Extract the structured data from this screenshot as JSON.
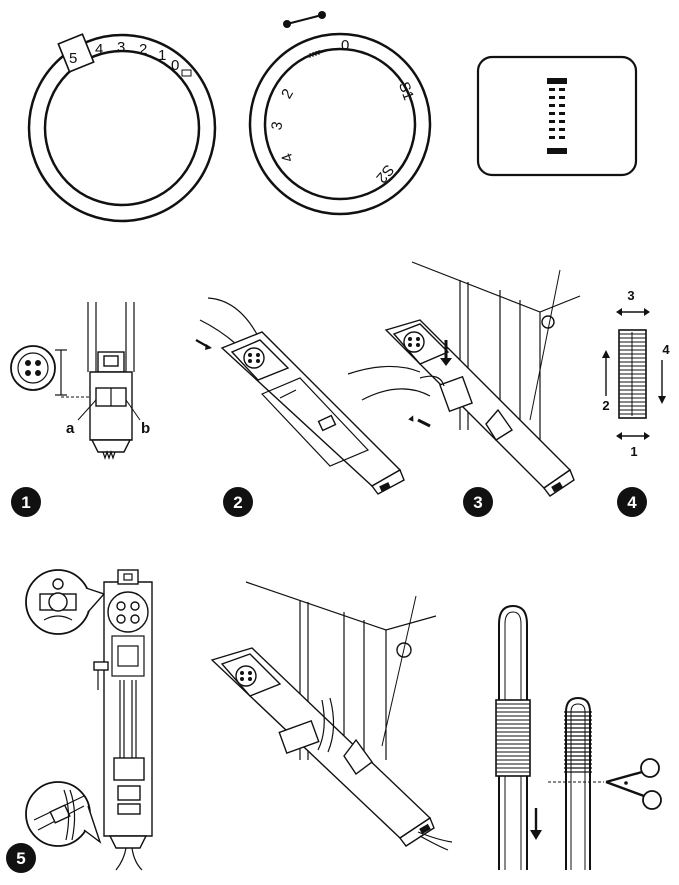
{
  "dial_length": {
    "numbers": [
      "5",
      "4",
      "3",
      "2",
      "1",
      "0"
    ]
  },
  "dial_pattern": {
    "numbers": [
      "0",
      "2",
      "3",
      "4"
    ],
    "s1": "S1",
    "s2": "S2"
  },
  "steps": {
    "step1": {
      "badge": "1",
      "label_a": "a",
      "label_b": "b"
    },
    "step2": {
      "badge": "2"
    },
    "step3": {
      "badge": "3"
    },
    "step4": {
      "badge": "4",
      "dir1": "1",
      "dir2": "2",
      "dir3": "3",
      "dir4": "4"
    },
    "step5": {
      "badge": "5"
    }
  },
  "colors": {
    "ink": "#111111",
    "paper": "#ffffff"
  }
}
